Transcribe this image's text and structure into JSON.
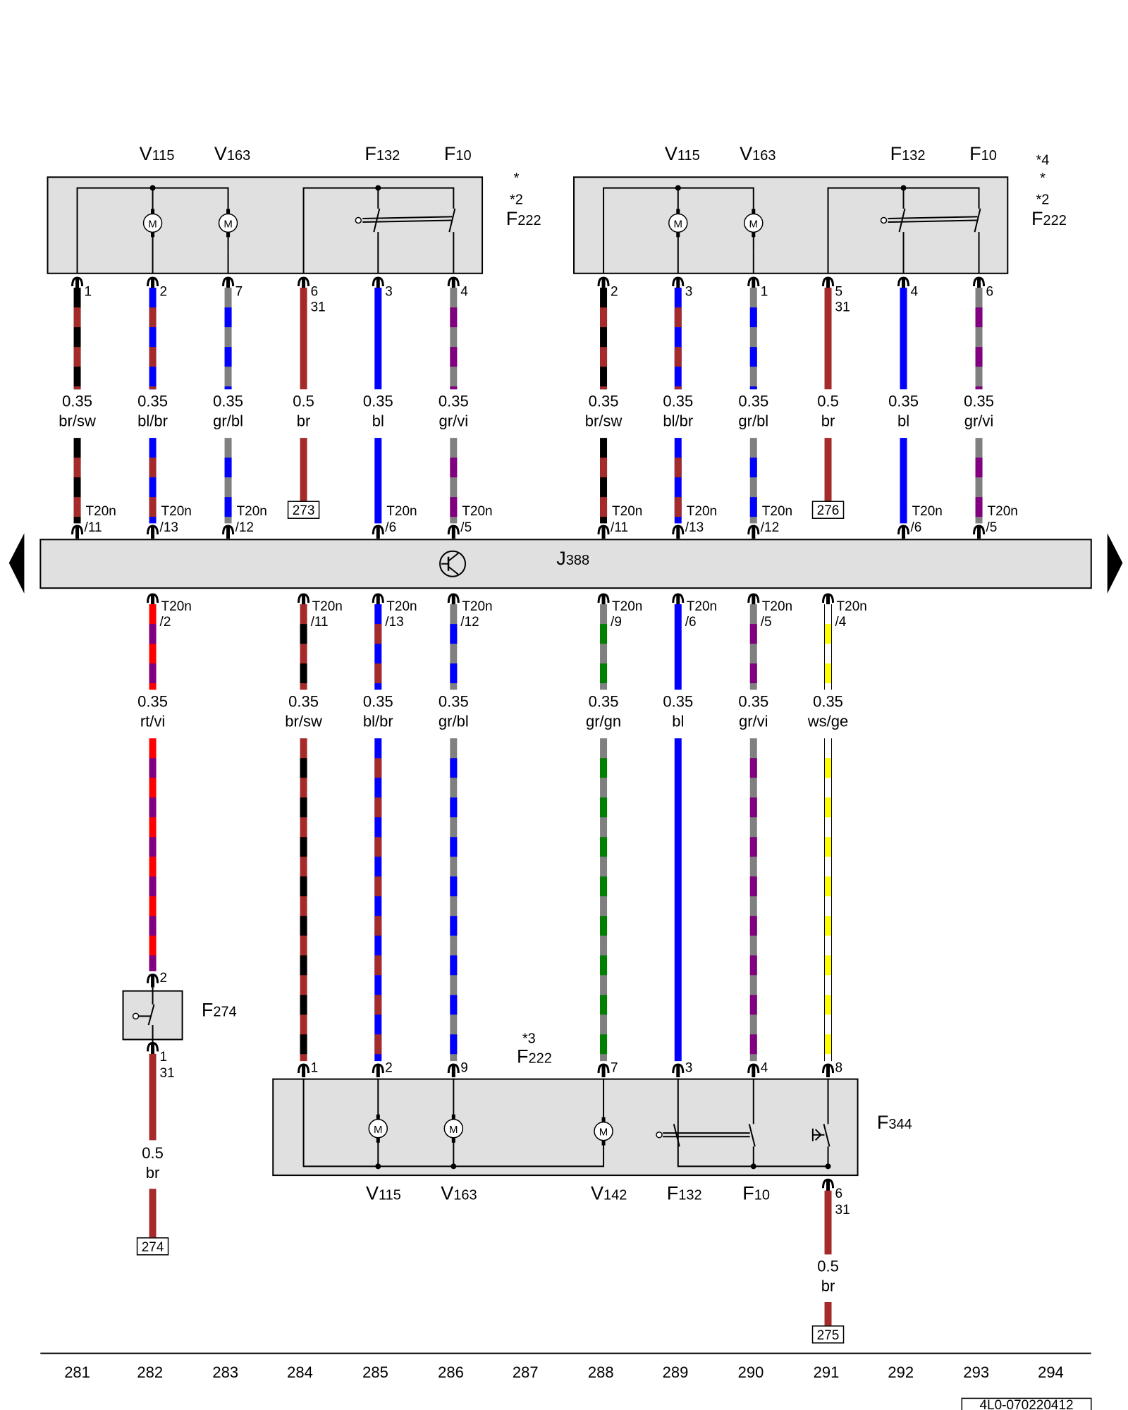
{
  "control_unit": {
    "label": "J388"
  },
  "modules": [
    {
      "id": "left_top",
      "component": "F222",
      "stars": [
        "*",
        "*2"
      ],
      "labels": [
        "V115",
        "V163",
        "F132",
        "F10"
      ]
    },
    {
      "id": "right_top",
      "component": "F222",
      "stars": [
        "*4",
        "*",
        "*2"
      ],
      "labels": [
        "V115",
        "V163",
        "F132",
        "F10"
      ]
    },
    {
      "id": "bottom",
      "component": "F222",
      "stars": [
        "*3"
      ],
      "labels": [
        "V115",
        "V163",
        "V142",
        "F132",
        "F10"
      ],
      "side_label": "F344"
    }
  ],
  "f274": {
    "label": "F274",
    "pin_top": "2",
    "pin_bottom": "1",
    "ground": "31"
  },
  "top_wires": [
    {
      "pin": "1",
      "size": "0.35",
      "color": "br/sw",
      "conn": "T20n",
      "cpin": "/11",
      "ref": "",
      "colors": [
        "#000000",
        "#a52a2a"
      ]
    },
    {
      "pin": "2",
      "size": "0.35",
      "color": "bl/br",
      "conn": "T20n",
      "cpin": "/13",
      "ref": "",
      "colors": [
        "#0000ff",
        "#a52a2a"
      ]
    },
    {
      "pin": "7",
      "size": "0.35",
      "color": "gr/bl",
      "conn": "T20n",
      "cpin": "/12",
      "ref": "",
      "colors": [
        "#808080",
        "#0000ff"
      ]
    },
    {
      "pin": "6",
      "ground": "31",
      "size": "0.5",
      "color": "br",
      "conn": "",
      "cpin": "",
      "ref": "273",
      "colors": [
        "#a52a2a"
      ]
    },
    {
      "pin": "3",
      "size": "0.35",
      "color": "bl",
      "conn": "T20n",
      "cpin": "/6",
      "ref": "",
      "colors": [
        "#0000ff"
      ]
    },
    {
      "pin": "4",
      "size": "0.35",
      "color": "gr/vi",
      "conn": "T20n",
      "cpin": "/5",
      "ref": "",
      "colors": [
        "#808080",
        "#800080"
      ]
    },
    {
      "pin": "2",
      "size": "0.35",
      "color": "br/sw",
      "conn": "T20n",
      "cpin": "/11",
      "ref": "",
      "colors": [
        "#000000",
        "#a52a2a"
      ]
    },
    {
      "pin": "3",
      "size": "0.35",
      "color": "bl/br",
      "conn": "T20n",
      "cpin": "/13",
      "ref": "",
      "colors": [
        "#0000ff",
        "#a52a2a"
      ]
    },
    {
      "pin": "1",
      "size": "0.35",
      "color": "gr/bl",
      "conn": "T20n",
      "cpin": "/12",
      "ref": "",
      "colors": [
        "#808080",
        "#0000ff"
      ]
    },
    {
      "pin": "5",
      "ground": "31",
      "size": "0.5",
      "color": "br",
      "conn": "",
      "cpin": "",
      "ref": "276",
      "colors": [
        "#a52a2a"
      ]
    },
    {
      "pin": "4",
      "size": "0.35",
      "color": "bl",
      "conn": "T20n",
      "cpin": "/6",
      "ref": "",
      "colors": [
        "#0000ff"
      ]
    },
    {
      "pin": "6",
      "size": "0.35",
      "color": "gr/vi",
      "conn": "T20n",
      "cpin": "/5",
      "ref": "",
      "colors": [
        "#808080",
        "#800080"
      ]
    }
  ],
  "bottom_wires": [
    {
      "conn": "T20n",
      "cpin": "/2",
      "size": "0.35",
      "color": "rt/vi",
      "pin": "2",
      "colors": [
        "#ff0000",
        "#800080"
      ]
    },
    {
      "conn": "T20n",
      "cpin": "/11",
      "size": "0.35",
      "color": "br/sw",
      "pin": "1",
      "colors": [
        "#a52a2a",
        "#000000"
      ]
    },
    {
      "conn": "T20n",
      "cpin": "/13",
      "size": "0.35",
      "color": "bl/br",
      "pin": "2",
      "colors": [
        "#0000ff",
        "#a52a2a"
      ]
    },
    {
      "conn": "T20n",
      "cpin": "/12",
      "size": "0.35",
      "color": "gr/bl",
      "pin": "9",
      "colors": [
        "#808080",
        "#0000ff"
      ]
    },
    {
      "conn": "T20n",
      "cpin": "/9",
      "size": "0.35",
      "color": "gr/gn",
      "pin": "7",
      "colors": [
        "#808080",
        "#008000"
      ]
    },
    {
      "conn": "T20n",
      "cpin": "/6",
      "size": "0.35",
      "color": "bl",
      "pin": "3",
      "colors": [
        "#0000ff"
      ]
    },
    {
      "conn": "T20n",
      "cpin": "/5",
      "size": "0.35",
      "color": "gr/vi",
      "pin": "4",
      "colors": [
        "#808080",
        "#800080"
      ]
    },
    {
      "conn": "T20n",
      "cpin": "/4",
      "size": "0.35",
      "color": "ws/ge",
      "pin": "8",
      "colors": [
        "#ffffff",
        "#ffff00"
      ]
    }
  ],
  "ground_wires": [
    {
      "size": "0.5",
      "color": "br",
      "ref": "274"
    },
    {
      "size": "0.5",
      "color": "br",
      "ref": "275",
      "pin": "6",
      "ground": "31"
    }
  ],
  "columns": [
    "281",
    "282",
    "283",
    "284",
    "285",
    "286",
    "287",
    "288",
    "289",
    "290",
    "291",
    "292",
    "293",
    "294"
  ],
  "doc_number": "4L0-070220412"
}
